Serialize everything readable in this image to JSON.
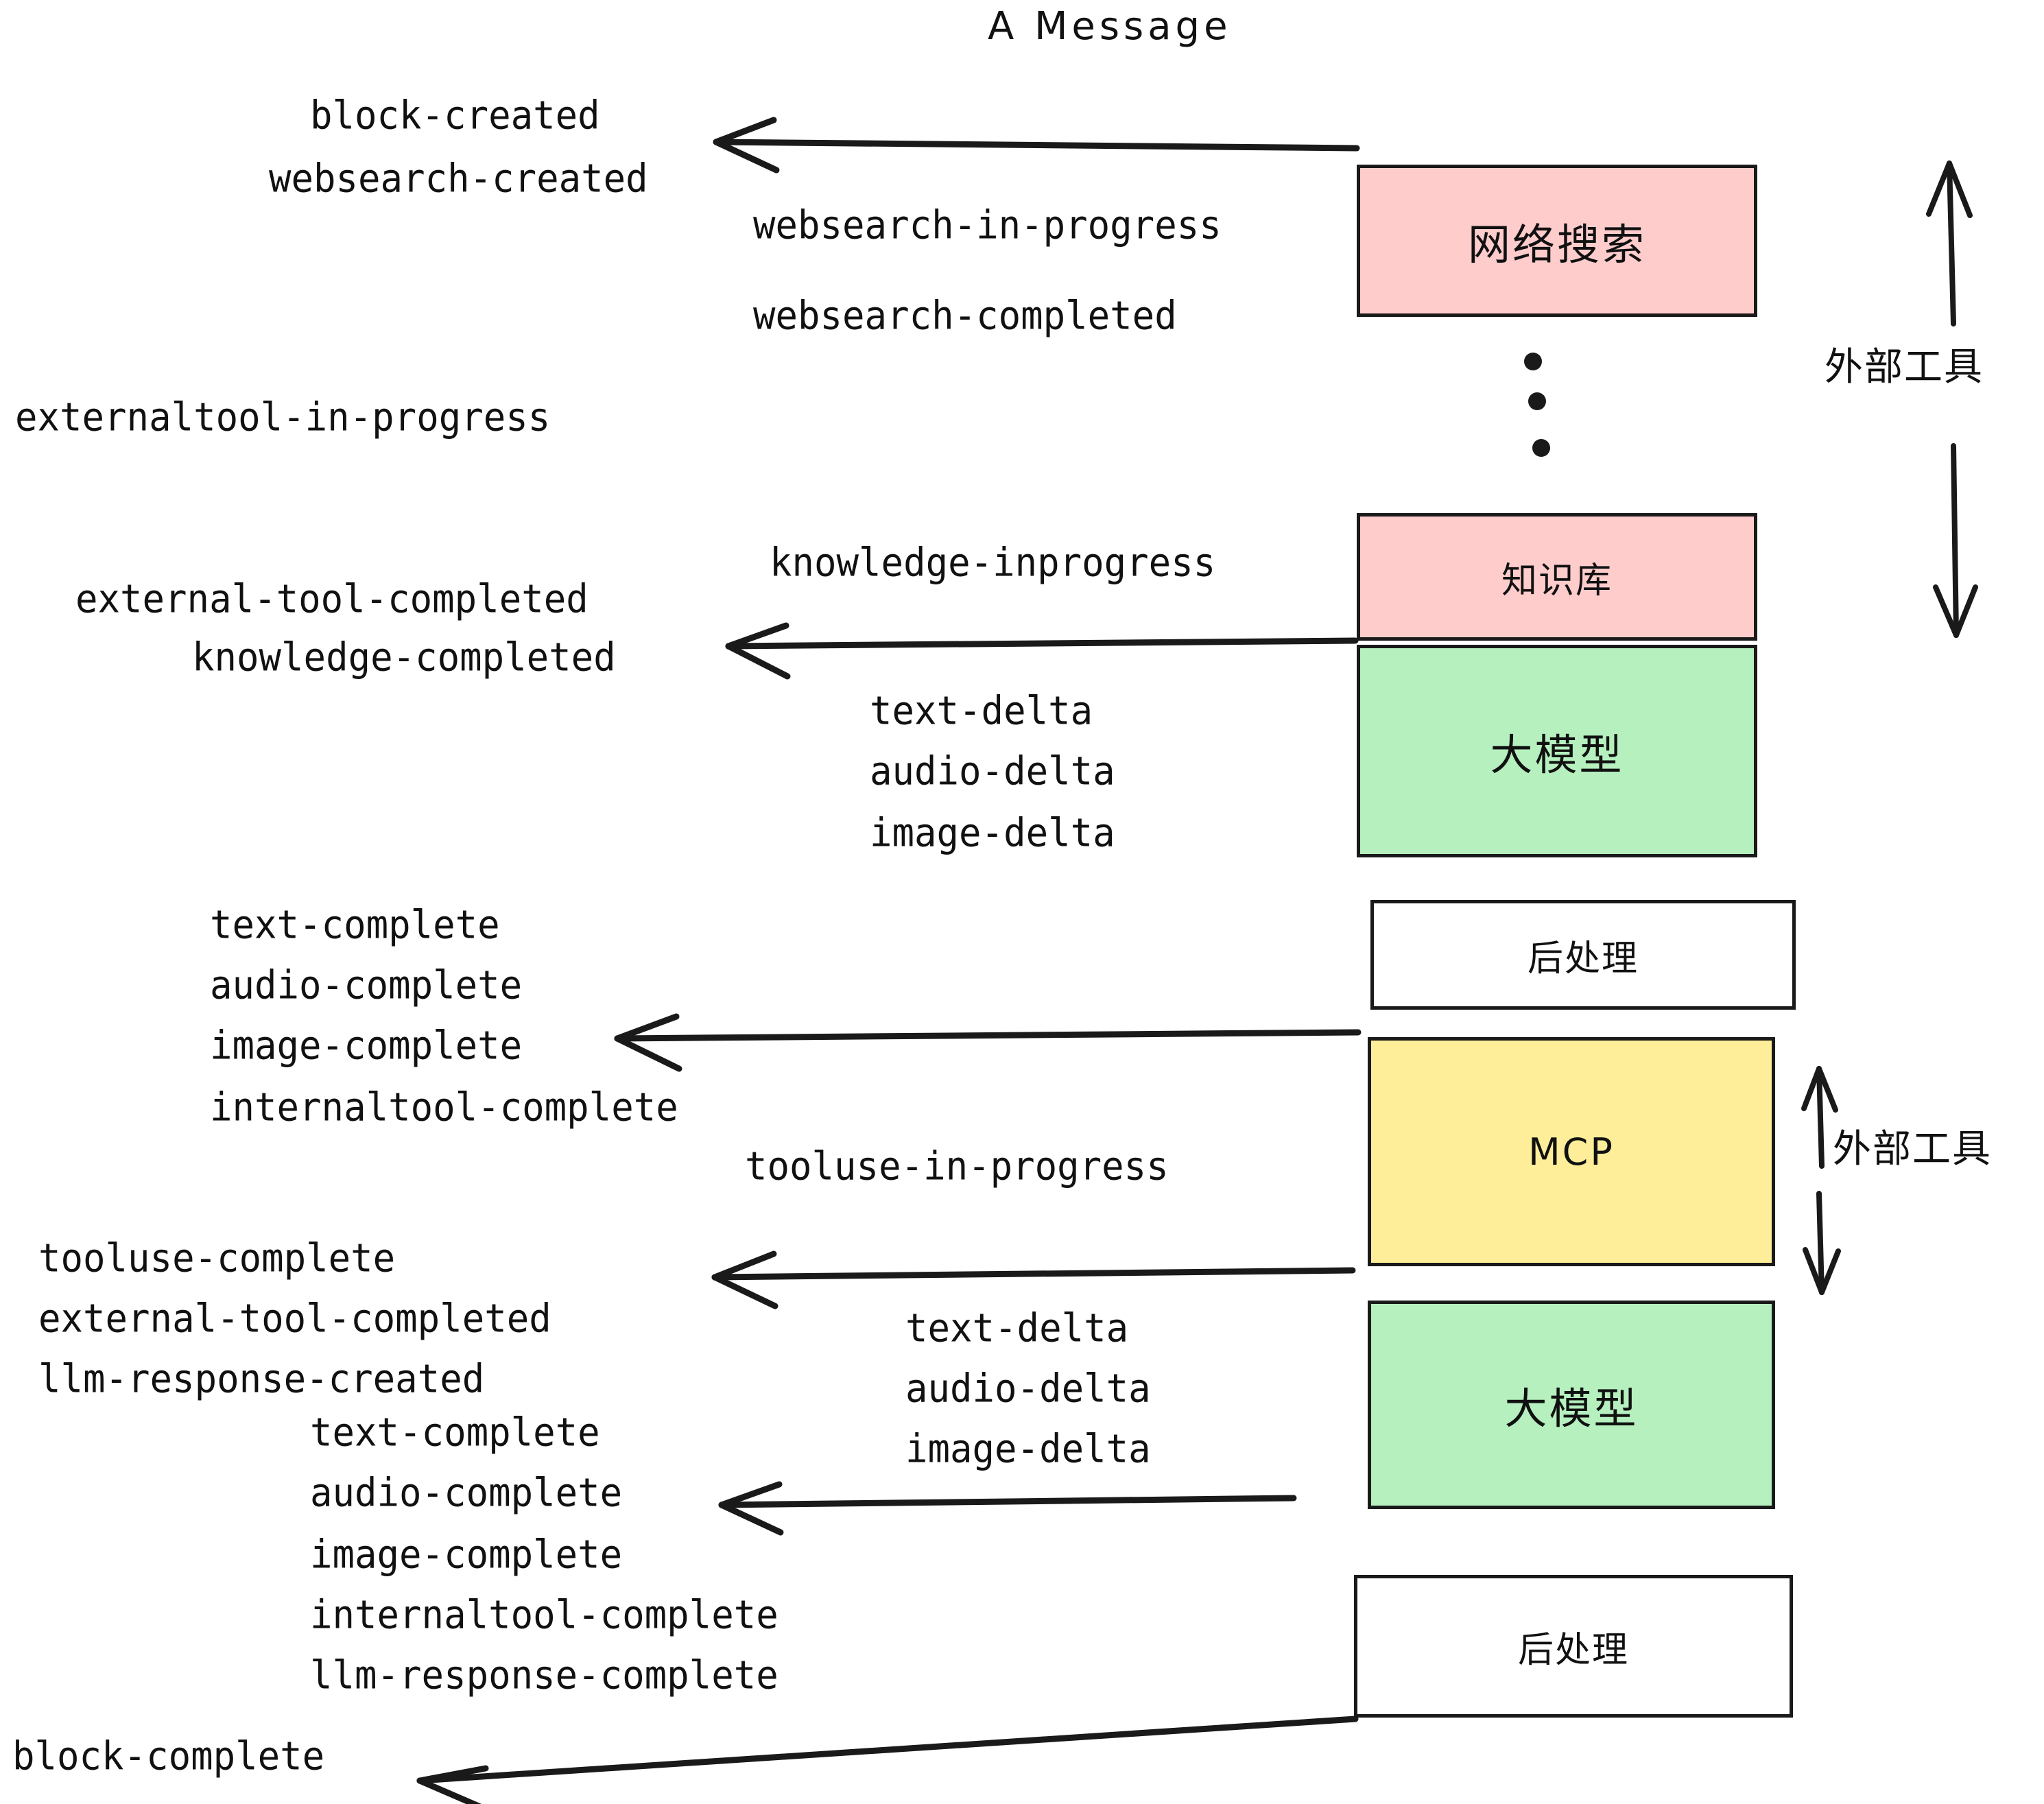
{
  "title": "A Message",
  "boxes": [
    {
      "label": "网络搜索",
      "color_key": "pink",
      "color": "#ffcccc"
    },
    {
      "label": "知识库",
      "color_key": "pink",
      "color": "#ffcccc"
    },
    {
      "label": "大模型",
      "color_key": "green",
      "color": "#b5f0be"
    },
    {
      "label": "后处理",
      "color_key": "white",
      "color": "#ffffff"
    },
    {
      "label": "MCP",
      "color_key": "yellow",
      "color": "#ffee99"
    },
    {
      "label": "大模型",
      "color_key": "green",
      "color": "#b5f0be"
    },
    {
      "label": "后处理",
      "color_key": "white",
      "color": "#ffffff"
    }
  ],
  "side_labels": [
    {
      "text": "外部工具"
    },
    {
      "text": "外部工具"
    }
  ],
  "events": [
    {
      "text": "block-created"
    },
    {
      "text": "websearch-created"
    },
    {
      "text": "websearch-in-progress"
    },
    {
      "text": "websearch-completed"
    },
    {
      "text": "externaltool-in-progress"
    },
    {
      "text": "knowledge-inprogress"
    },
    {
      "text": "external-tool-completed"
    },
    {
      "text": "knowledge-completed"
    },
    {
      "text": "text-delta"
    },
    {
      "text": "audio-delta"
    },
    {
      "text": "image-delta"
    },
    {
      "text": "text-complete"
    },
    {
      "text": "audio-complete"
    },
    {
      "text": "image-complete"
    },
    {
      "text": "internaltool-complete"
    },
    {
      "text": "tooluse-in-progress"
    },
    {
      "text": "tooluse-complete"
    },
    {
      "text": "external-tool-completed"
    },
    {
      "text": "llm-response-created"
    },
    {
      "text": "text-delta"
    },
    {
      "text": "audio-delta"
    },
    {
      "text": "image-delta"
    },
    {
      "text": "text-complete"
    },
    {
      "text": "audio-complete"
    },
    {
      "text": "image-complete"
    },
    {
      "text": "internaltool-complete"
    },
    {
      "text": "llm-response-complete"
    },
    {
      "text": "block-complete"
    }
  ],
  "colors": {
    "stroke": "#1a1a1a",
    "pink": "#ffcccc",
    "green": "#b5f0be",
    "yellow": "#ffee99",
    "white": "#ffffff",
    "background": "#ffffff"
  }
}
